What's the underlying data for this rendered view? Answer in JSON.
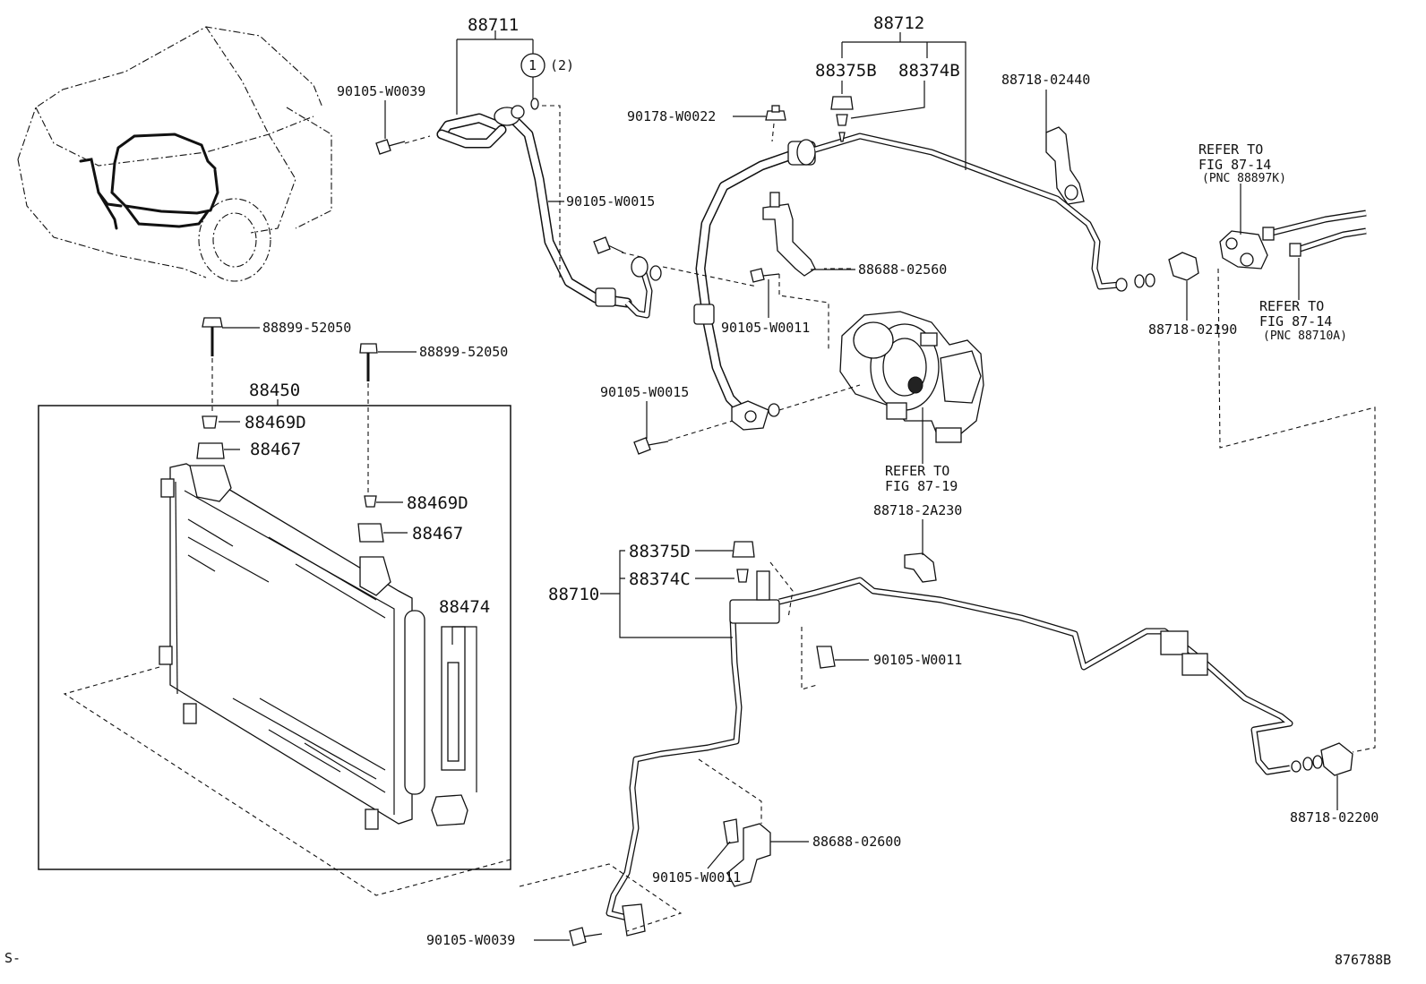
{
  "labels": {
    "p88711": "88711",
    "circle_num": "1",
    "circle_qty": "(2)",
    "p88712": "88712",
    "p88375b": "88375B",
    "p88374b": "88374B",
    "p90105_w0039_top": "90105-W0039",
    "p90178_w0022": "90178-W0022",
    "p88718_02440": "88718-02440",
    "refer_a_1": "REFER TO",
    "refer_a_2": "FIG 87-14",
    "refer_a_3": "(PNC 88897K)",
    "p90105_w0015_a": "90105-W0015",
    "p88688_02560": "88688-02560",
    "p90105_w0011_a": "90105-W0011",
    "p88718_02190": "88718-02190",
    "refer_b_1": "REFER TO",
    "refer_b_2": "FIG 87-14",
    "refer_b_3": "(PNC 88710A)",
    "p88899_52050_a": "88899-52050",
    "p88899_52050_b": "88899-52050",
    "p88450": "88450",
    "p88469d_a": "88469D",
    "p88467_a": "88467",
    "p90105_w0015_b": "90105-W0015",
    "refer_c_1": "REFER TO",
    "refer_c_2": "FIG 87-19",
    "p88718_2a230": "88718-2A230",
    "p88469d_b": "88469D",
    "p88467_b": "88467",
    "p88375d": "88375D",
    "p88374c": "88374C",
    "p88710": "88710",
    "p88474": "88474",
    "p90105_w0011_b": "90105-W0011",
    "p88718_02200": "88718-02200",
    "p88688_02600": "88688-02600",
    "p90105_w0011_c": "90105-W0011",
    "p90105_w0039_bottom": "90105-W0039",
    "corner_left": "S-",
    "corner_right": "876788B"
  }
}
